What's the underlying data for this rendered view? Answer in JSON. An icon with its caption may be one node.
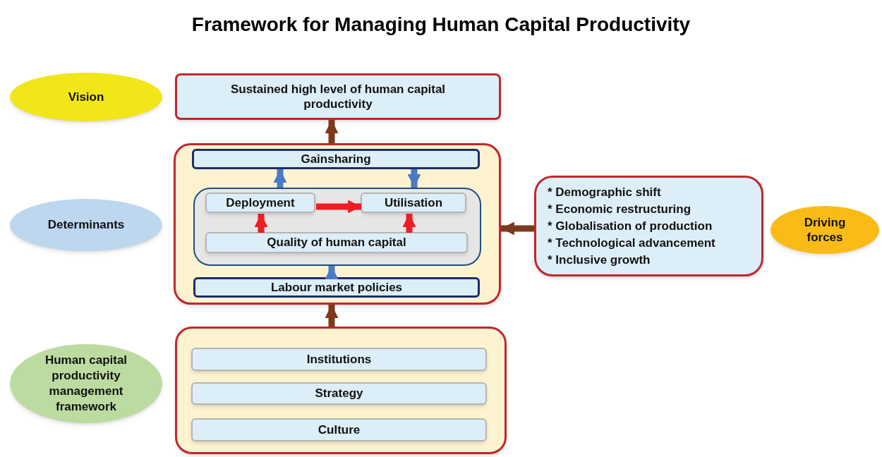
{
  "diagram": {
    "title": "Framework for Managing Human Capital Productivity",
    "nodes": [
      {
        "text": [
          "Vision"
        ]
      },
      {
        "text": [
          "Sustained high level of human capital productivity"
        ]
      },
      {
        "text": [
          "Determinants"
        ]
      },
      {
        "text": [],
        "shape": "box"
      },
      {
        "text": [
          "Gainsharing"
        ],
        "in": 3
      },
      {
        "text": [],
        "shape": "box",
        "in": 3
      },
      {
        "text": [
          "Deployment"
        ],
        "in": 5
      },
      {
        "text": [
          "Utilisation"
        ],
        "in": 5
      },
      {
        "text": [
          "Quality of human capital"
        ],
        "in": 5
      },
      {
        "text": [
          "Labour market policies"
        ],
        "in": 3
      },
      {
        "text": [
          "* Demographic shift",
          "* Economic restructuring",
          "* Globalisation of production",
          "* Technological advancement",
          "* Inclusive growth"
        ]
      },
      {
        "text": [
          "Driving forces"
        ]
      },
      {
        "text": [
          "Human capital productivity management framework"
        ]
      },
      {
        "text": [],
        "shape": "box"
      },
      {
        "text": [
          "Institutions"
        ],
        "in": 13
      },
      {
        "text": [
          "Strategy"
        ],
        "in": 13
      },
      {
        "text": [
          "Culture"
        ],
        "in": 13
      }
    ],
    "edges": [
      {
        "from": 3,
        "to": 1,
        "arrow": "to",
        "color": "#7b3a1c"
      },
      {
        "from": 5,
        "to": 4,
        "arrow": "to",
        "color": "#4a7cc4"
      },
      {
        "from": 4,
        "to": 5,
        "arrow": "to",
        "color": "#4a7cc4"
      },
      {
        "from": 6,
        "to": 7,
        "arrow": "to",
        "color": "#ee1c24"
      },
      {
        "from": 8,
        "to": 6,
        "arrow": "to",
        "color": "#ee1c24"
      },
      {
        "from": 8,
        "to": 7,
        "arrow": "to",
        "color": "#ee1c24"
      },
      {
        "from": 9,
        "to": 5,
        "arrow": "to",
        "color": "#4a7cc4"
      },
      {
        "from": 13,
        "to": 3,
        "arrow": "to",
        "color": "#7b3a1c"
      },
      {
        "from": 10,
        "to": 3,
        "arrow": "to",
        "color": "#7b3a1c"
      }
    ]
  }
}
